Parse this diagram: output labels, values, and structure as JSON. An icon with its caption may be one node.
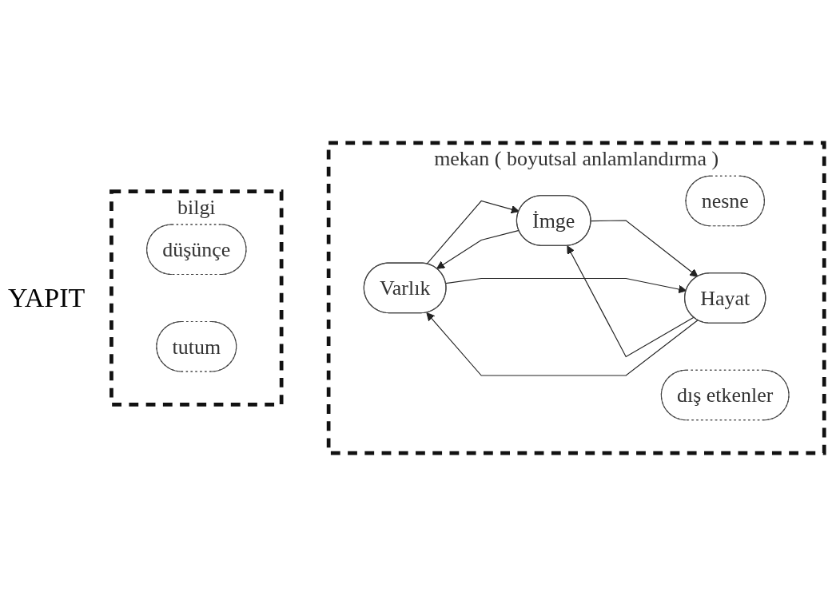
{
  "diagram": {
    "nodes": [
      {
        "text": [
          "mekan ( boyutsal anlamlandırma )"
        ]
      },
      {
        "text": [
          "nesne"
        ],
        "in": 0
      },
      {
        "text": [
          "İmge"
        ],
        "in": 0
      },
      {
        "text": [
          "bilgi"
        ]
      },
      {
        "text": [
          "düşünçe"
        ],
        "in": 3
      },
      {
        "text": [
          "tutum"
        ],
        "in": 3
      },
      {
        "text": [
          "Varlık"
        ],
        "in": 0
      },
      {
        "text": [
          "Hayat"
        ],
        "in": 0
      },
      {
        "text": [
          "dış etkenler"
        ],
        "in": 0
      }
    ],
    "edges": [
      {
        "from": 6,
        "to": 2,
        "arrow": "to"
      },
      {
        "from": 2,
        "to": 6,
        "arrow": "to"
      },
      {
        "from": 2,
        "to": 7,
        "arrow": "to"
      },
      {
        "from": 7,
        "to": 2,
        "arrow": "to"
      },
      {
        "from": 7,
        "to": 6,
        "arrow": "to"
      },
      {
        "from": 6,
        "to": 7,
        "arrow": "to"
      }
    ],
    "labels": [
      "YAPIT"
    ]
  }
}
